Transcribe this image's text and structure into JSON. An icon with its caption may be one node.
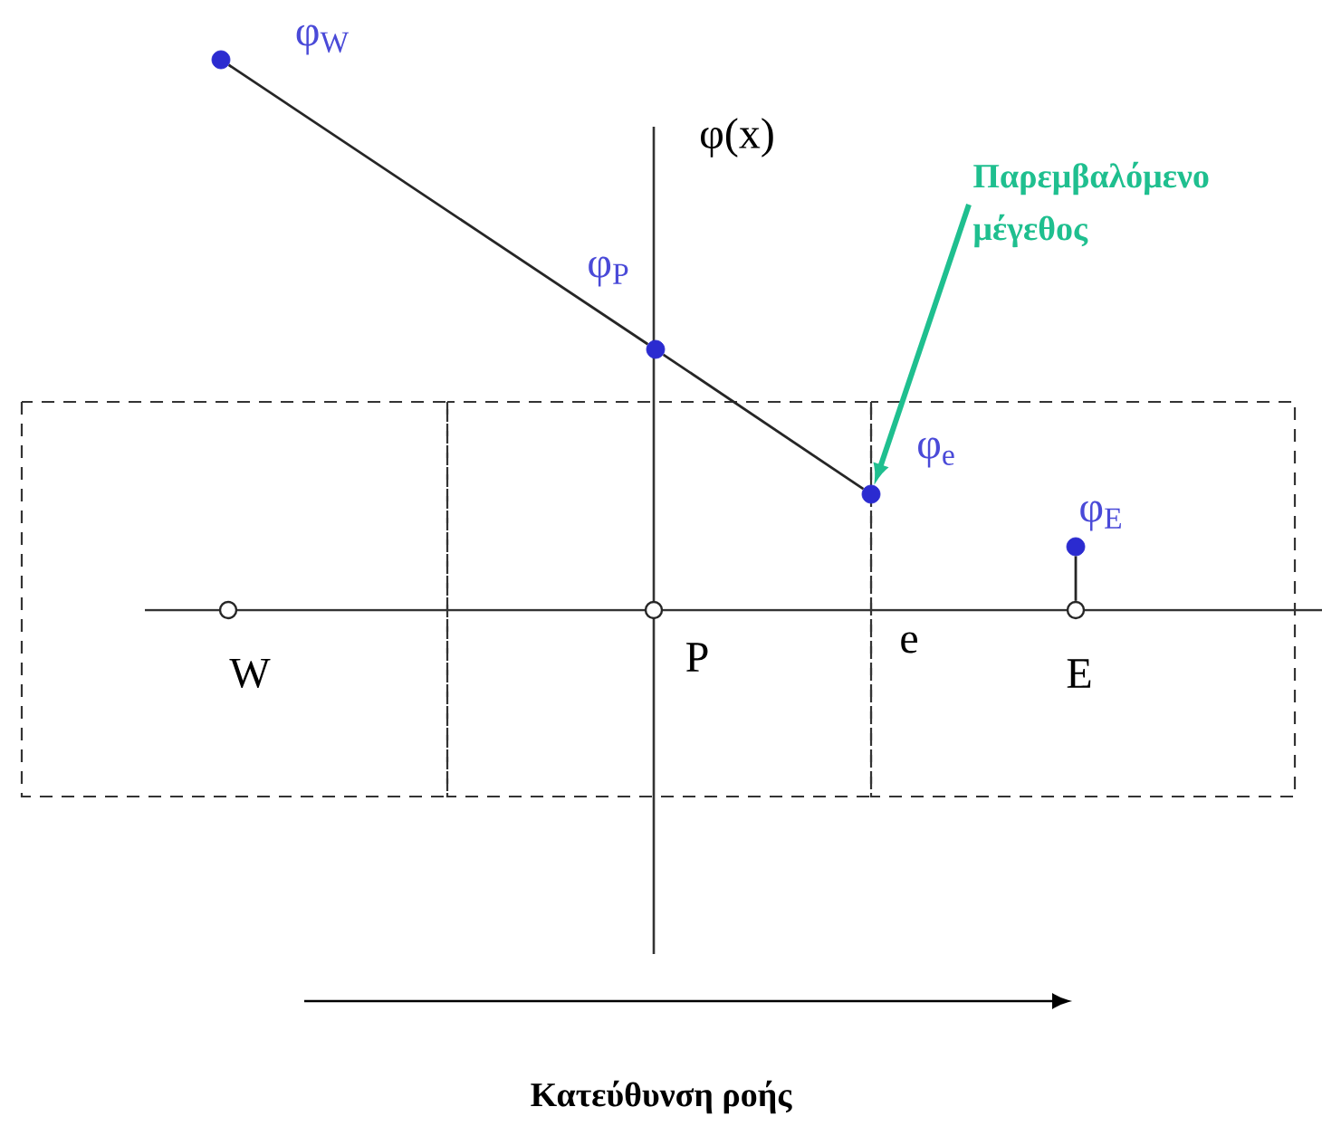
{
  "diagram": {
    "nodes": [
      {
        "text": [
          "Παρεμβαλόμενο μέγεθος"
        ]
      },
      {
        "text": [],
        "shape": "circle",
        "beside": [
          "φ$_{W}$"
        ]
      },
      {
        "text": [],
        "shape": "circle",
        "beside": [
          "φ$_{P}$"
        ]
      },
      {
        "text": [],
        "shape": "circle",
        "beside": [
          "φ$_{e}$"
        ]
      },
      {
        "text": [],
        "shape": "circle",
        "beside": [
          "φ$_{E}$"
        ]
      },
      {
        "text": [],
        "shape": "circle",
        "beside": [
          "W"
        ]
      },
      {
        "text": [],
        "shape": "circle",
        "beside": [
          "P"
        ]
      },
      {
        "text": [],
        "shape": "circle",
        "beside": [
          "E"
        ]
      }
    ],
    "edges": [
      {
        "from": 1,
        "to": 2,
        "arrow": "none"
      },
      {
        "from": 2,
        "to": 3,
        "arrow": "none"
      },
      {
        "from": 0,
        "to": 3,
        "arrow": "to",
        "style": "thick",
        "color": "#1fbf8f"
      },
      {
        "from": 7,
        "to": 4,
        "arrow": "none"
      }
    ],
    "labels": [
      "φ(x)",
      "e",
      "Κατεύθυνση ροής"
    ]
  }
}
